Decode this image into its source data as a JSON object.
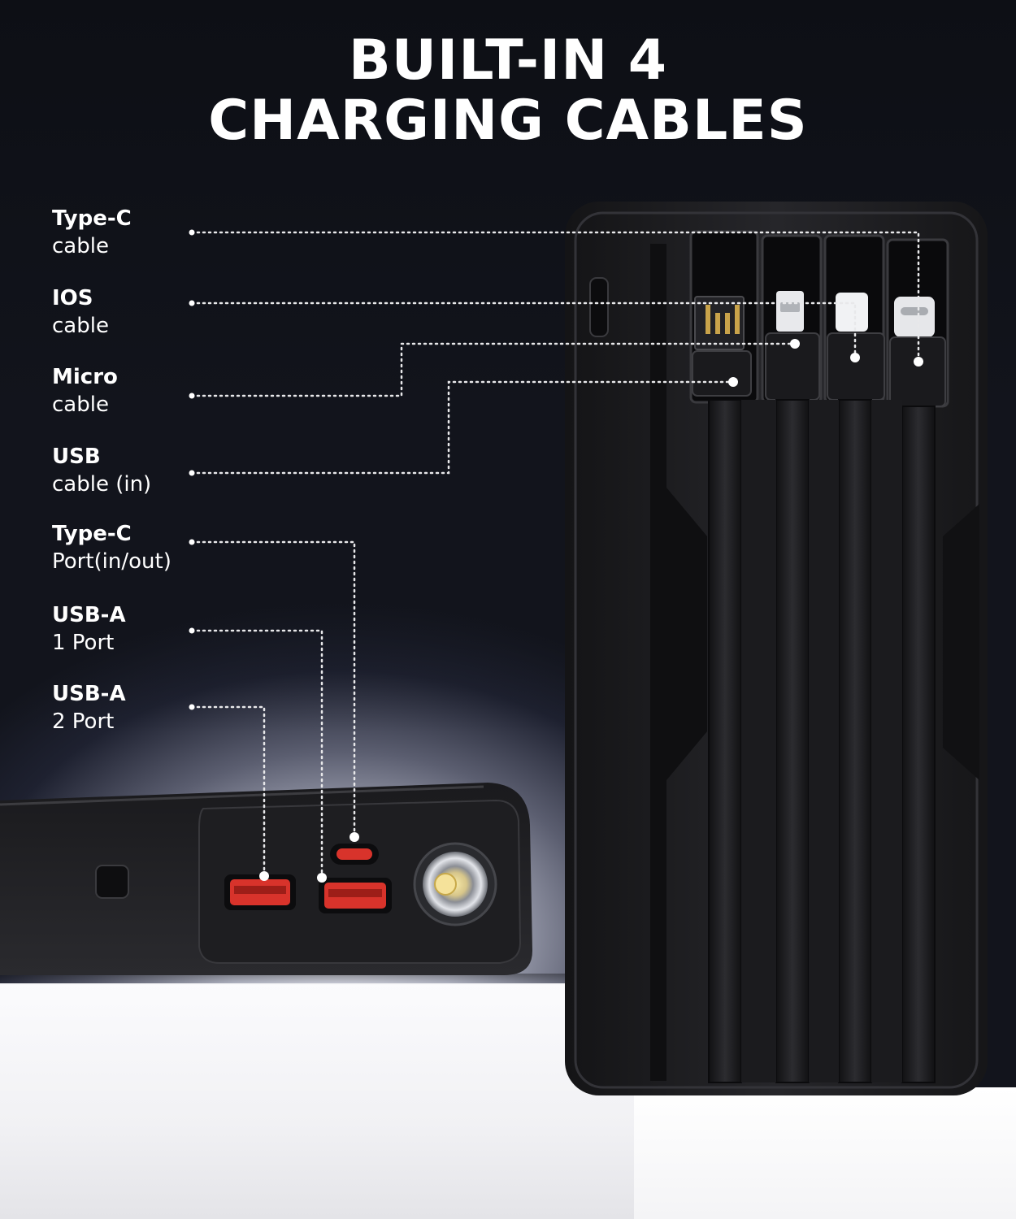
{
  "title": {
    "line1": "BUILT-IN 4",
    "line2": "CHARGING CABLES"
  },
  "labels": [
    {
      "line1": "Type-C",
      "line2": "cable"
    },
    {
      "line1": "IOS",
      "line2": "cable"
    },
    {
      "line1": "Micro",
      "line2": "cable"
    },
    {
      "line1": "USB",
      "line2": "cable (in)"
    },
    {
      "line1": "Type-C",
      "line2": "Port(in/out)"
    },
    {
      "line1": "USB-A",
      "line2": "1 Port"
    },
    {
      "line1": "USB-A",
      "line2": "2 Port"
    }
  ],
  "colors": {
    "background_dark": "#12141c",
    "text": "#ffffff",
    "device_body": "#1c1c1f",
    "port_red": "#d8332b"
  }
}
